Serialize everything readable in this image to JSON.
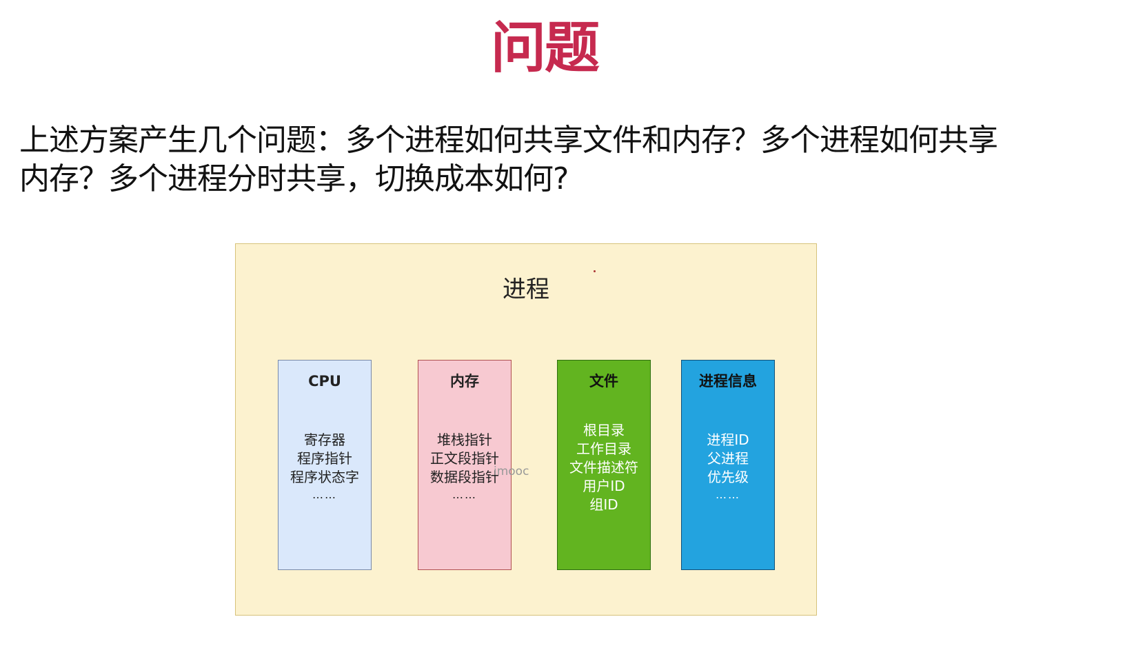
{
  "slide": {
    "title": "问题",
    "question": "上述方案产生几个问题：多个进程如何共享文件和内存？多个进程如何共享内存？多个进程分时共享，切换成本如何?"
  },
  "diagram": {
    "container_label": "进程",
    "colors": {
      "container": "#fcf2cf",
      "cpu": "#dae8fb",
      "memory": "#f7c9d1",
      "file": "#62b420",
      "process_info": "#23a3df",
      "title": "#c62a4f"
    },
    "columns": [
      {
        "heading": "CPU",
        "items": [
          "寄存器",
          "程序指针",
          "程序状态字"
        ],
        "more": "……"
      },
      {
        "heading": "内存",
        "items": [
          "堆栈指针",
          "正文段指针",
          "数据段指针"
        ],
        "more": "……"
      },
      {
        "heading": "文件",
        "items": [
          "根目录",
          "工作目录",
          "文件描述符",
          "用户ID",
          "组ID"
        ],
        "more": ""
      },
      {
        "heading": "进程信息",
        "items": [
          "进程ID",
          "父进程",
          "优先级"
        ],
        "more": "……"
      }
    ],
    "watermark": "imooc"
  }
}
